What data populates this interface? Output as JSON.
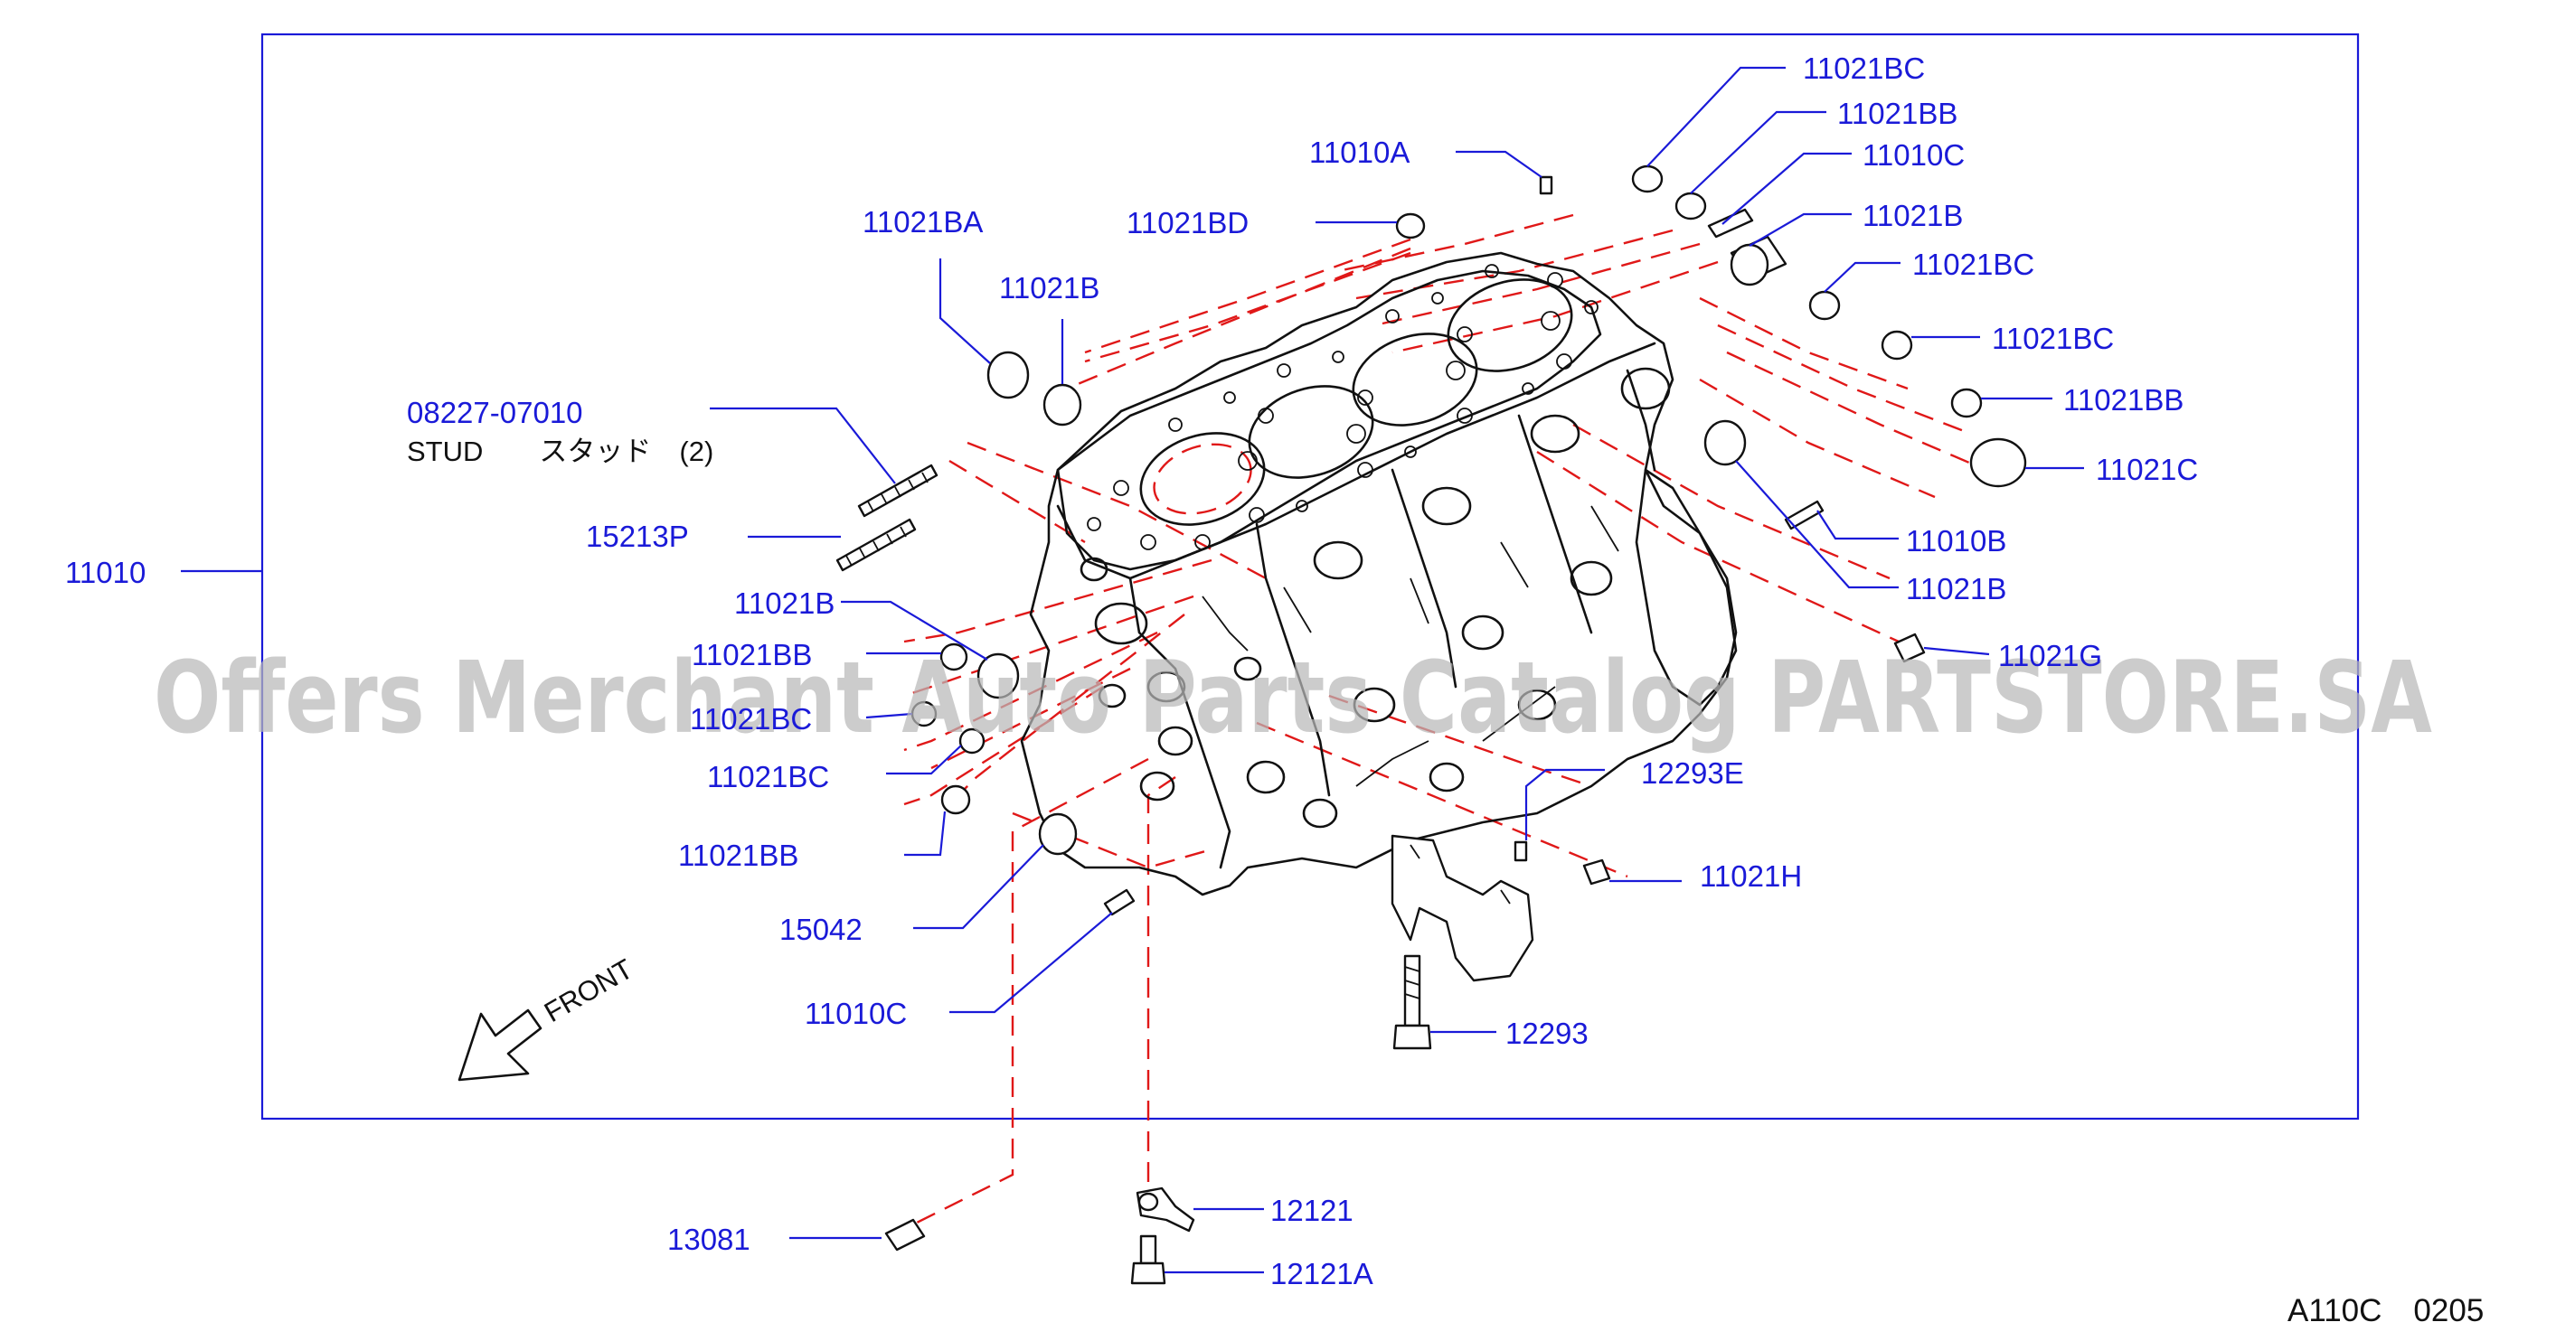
{
  "labels": {
    "l_11021BC_a": "11021BC",
    "l_11021BB_a": "11021BB",
    "l_11010A": "11010A",
    "l_11010C_a": "11010C",
    "l_11021B_a": "11021B",
    "l_11021BC_b": "11021BC",
    "l_11021BC_c": "11021BC",
    "l_11021BB_b": "11021BB",
    "l_11021C": "11021C",
    "l_11010B": "11010B",
    "l_11021B_b": "11021B",
    "l_11021G": "11021G",
    "l_11021BA": "11021BA",
    "l_11021BD": "11021BD",
    "l_11021B_c": "11021B",
    "l_08227": "08227-07010",
    "l_stud": "STUD　　スタッド　(2)",
    "l_15213P": "15213P",
    "l_11010": "11010",
    "l_11021B_d": "11021B",
    "l_11021BB_c": "11021BB",
    "l_11021BC_d": "11021BC",
    "l_11021BC_e": "11021BC",
    "l_11021BB_d": "11021BB",
    "l_15042": "15042",
    "l_11010C_b": "11010C",
    "l_12293E": "12293E",
    "l_11021H": "11021H",
    "l_12293": "12293",
    "l_13081": "13081",
    "l_12121": "12121",
    "l_12121A": "12121A"
  },
  "front_label": "FRONT",
  "diagram_code": "A110C　0205",
  "watermark": "Offers Merchant Auto Parts Catalog PARTSTORE.SA",
  "colors": {
    "label_blue": "#1a1ad8",
    "dash_red": "#e01818",
    "ink": "#111111",
    "watermark": "#b8b8b8"
  }
}
